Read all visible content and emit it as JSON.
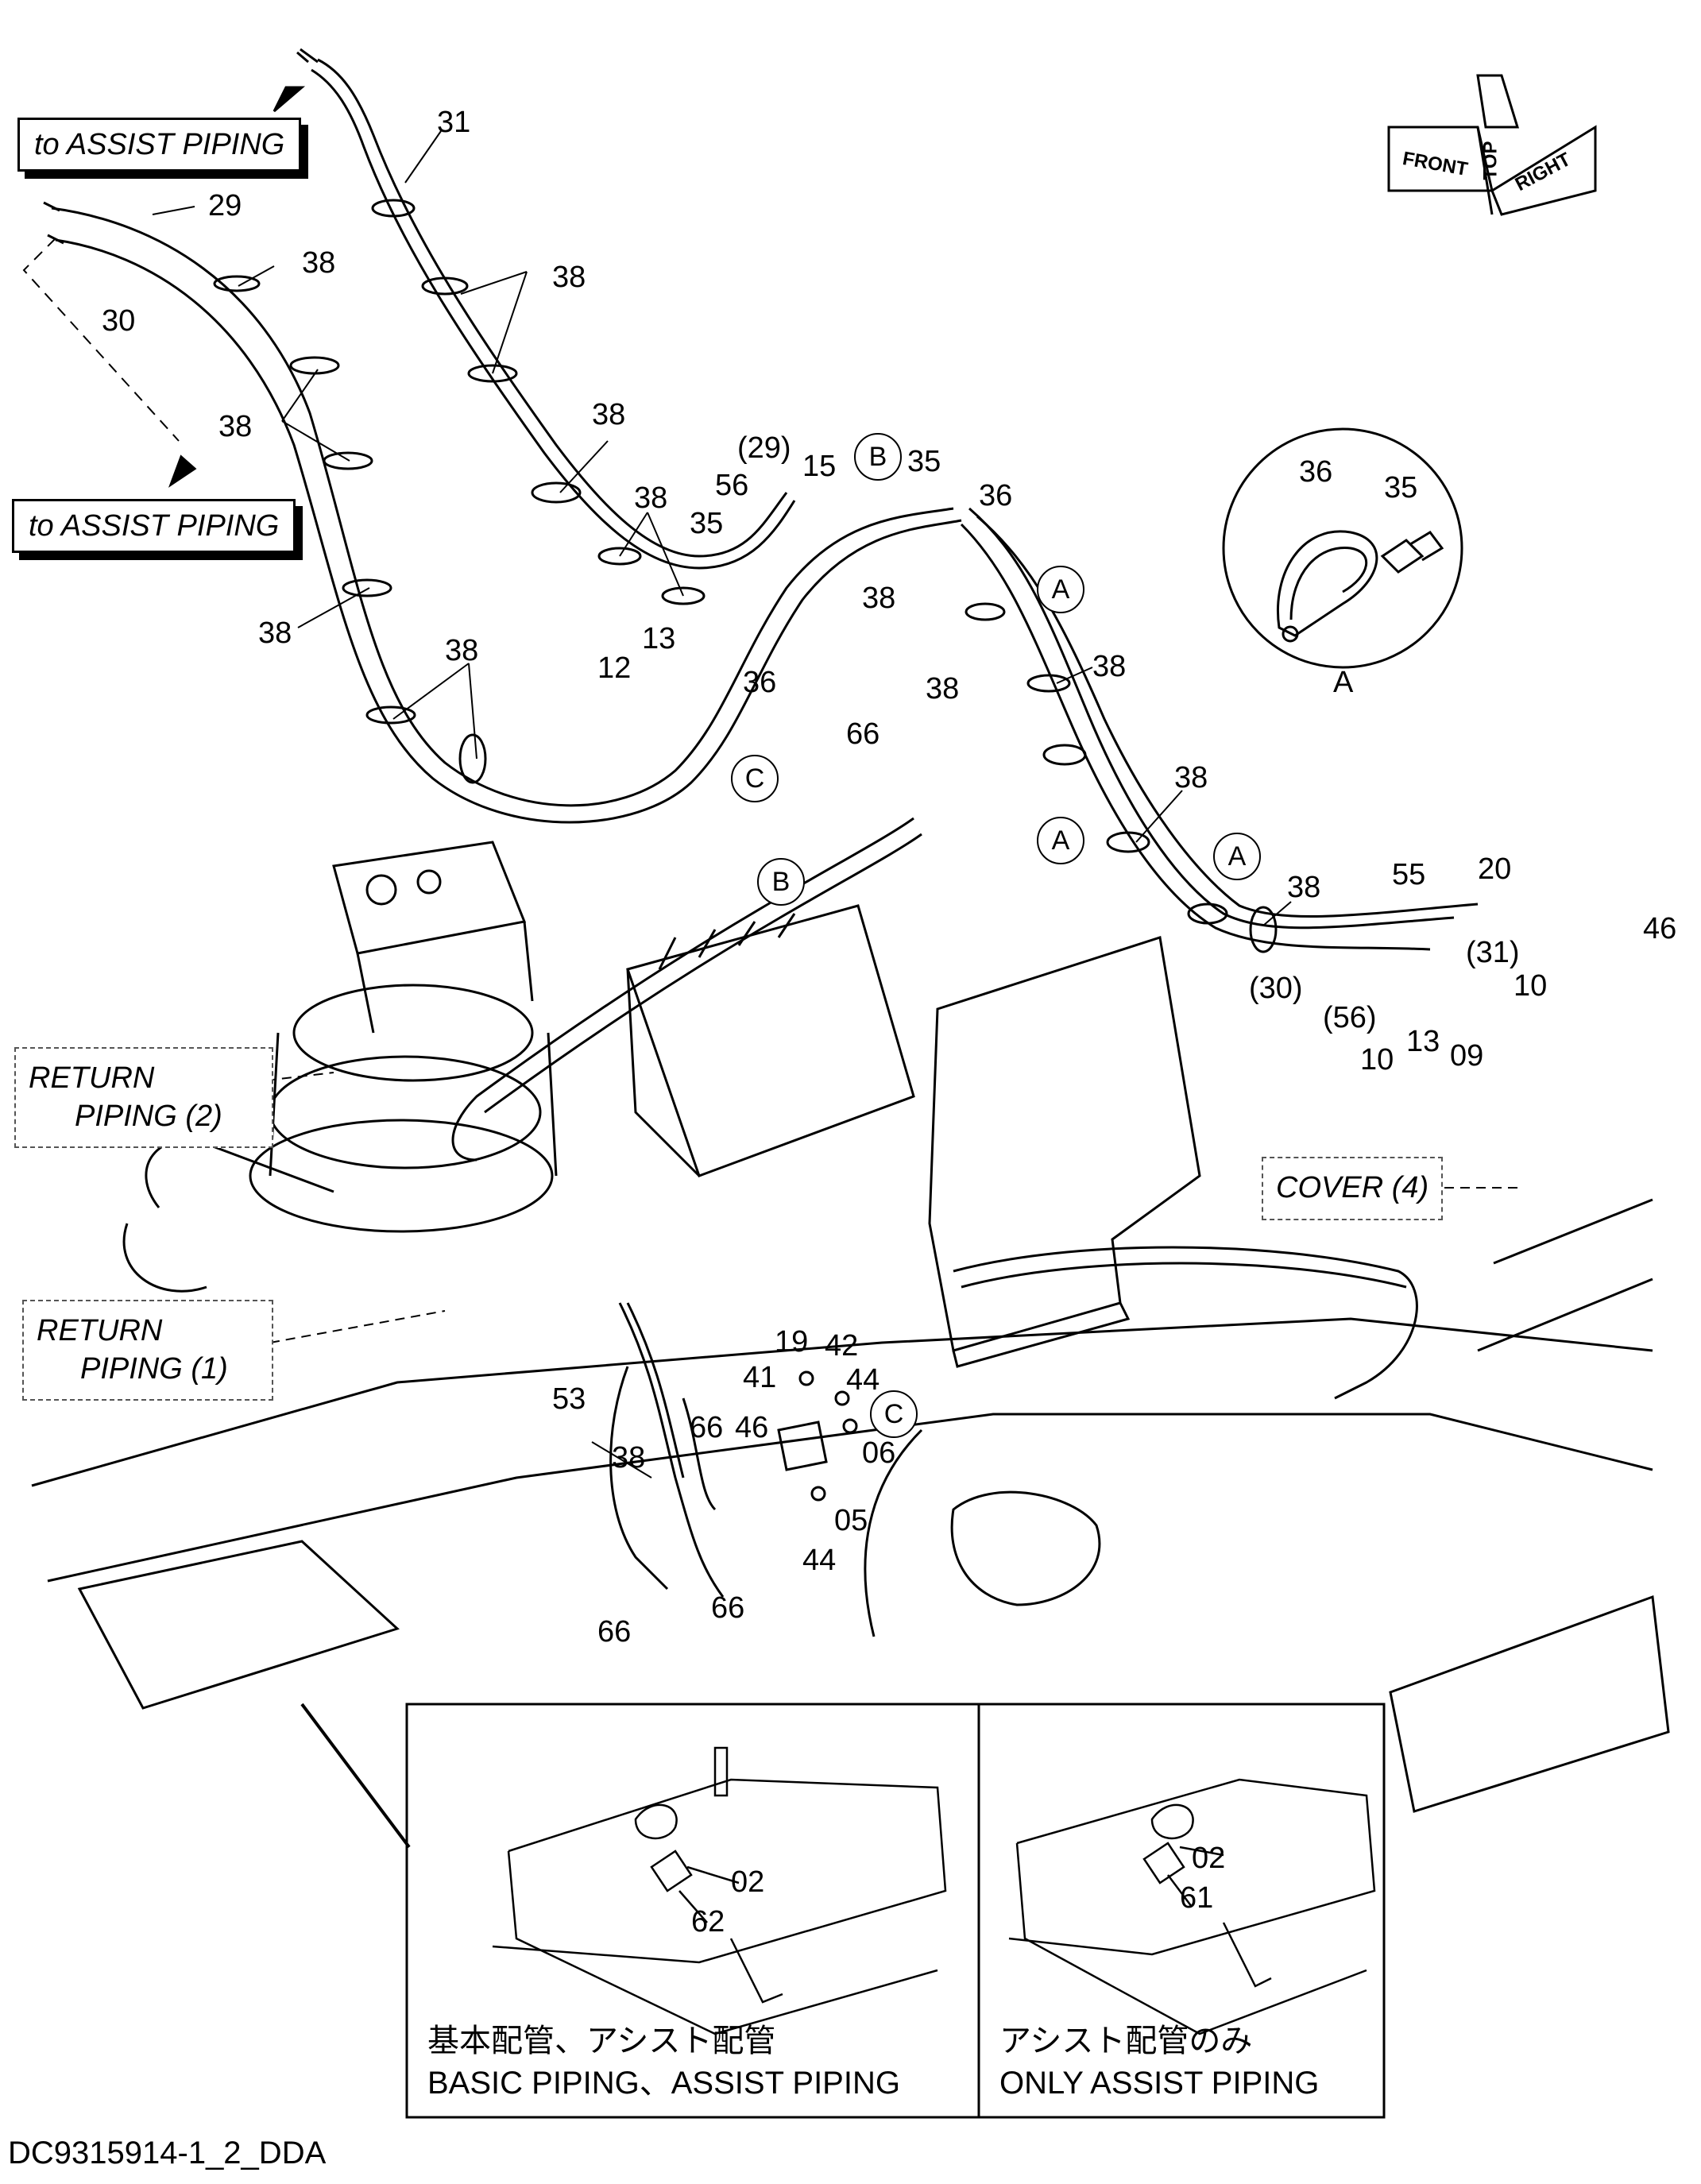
{
  "labels": {
    "l31": "31",
    "l29": "29",
    "l30": "30",
    "l38": "38",
    "l29p": "(29)",
    "l15": "15",
    "l35": "35",
    "l56": "56",
    "l36": "36",
    "l13": "13",
    "l12": "12",
    "l66": "66",
    "l55": "55",
    "l20": "20",
    "l46": "46",
    "l31p": "(31)",
    "l10": "10",
    "l30p": "(30)",
    "l56p": "(56)",
    "l09": "09",
    "l19": "19",
    "l42": "42",
    "l41": "41",
    "l44": "44",
    "l06": "06",
    "l53": "53",
    "l05": "05",
    "l02": "02",
    "l62": "62",
    "l61": "61"
  },
  "refs": {
    "a": "A",
    "b": "B",
    "c": "C"
  },
  "callouts": {
    "assist_top": "to ASSIST PIPING",
    "assist_mid": "to ASSIST PIPING",
    "return2": [
      "RETURN",
      "PIPING (2)"
    ],
    "return1": [
      "RETURN",
      "PIPING (1)"
    ],
    "cover": "COVER (4)"
  },
  "compass": {
    "top": "TOP",
    "front": "FRONT",
    "right": "RIGHT"
  },
  "detail_a": {
    "label": "A",
    "part1": "36",
    "part2": "35"
  },
  "inset_left": {
    "caption_jp": "基本配管、アシスト配管",
    "caption_en": "BASIC PIPING、ASSIST PIPING"
  },
  "inset_right": {
    "caption_jp": "アシスト配管のみ",
    "caption_en": "ONLY ASSIST PIPING"
  },
  "drawing_ref": "DC9315914-1_2_DDA",
  "colors": {
    "line": "#000000",
    "background": "#ffffff",
    "dash": "#555555"
  }
}
